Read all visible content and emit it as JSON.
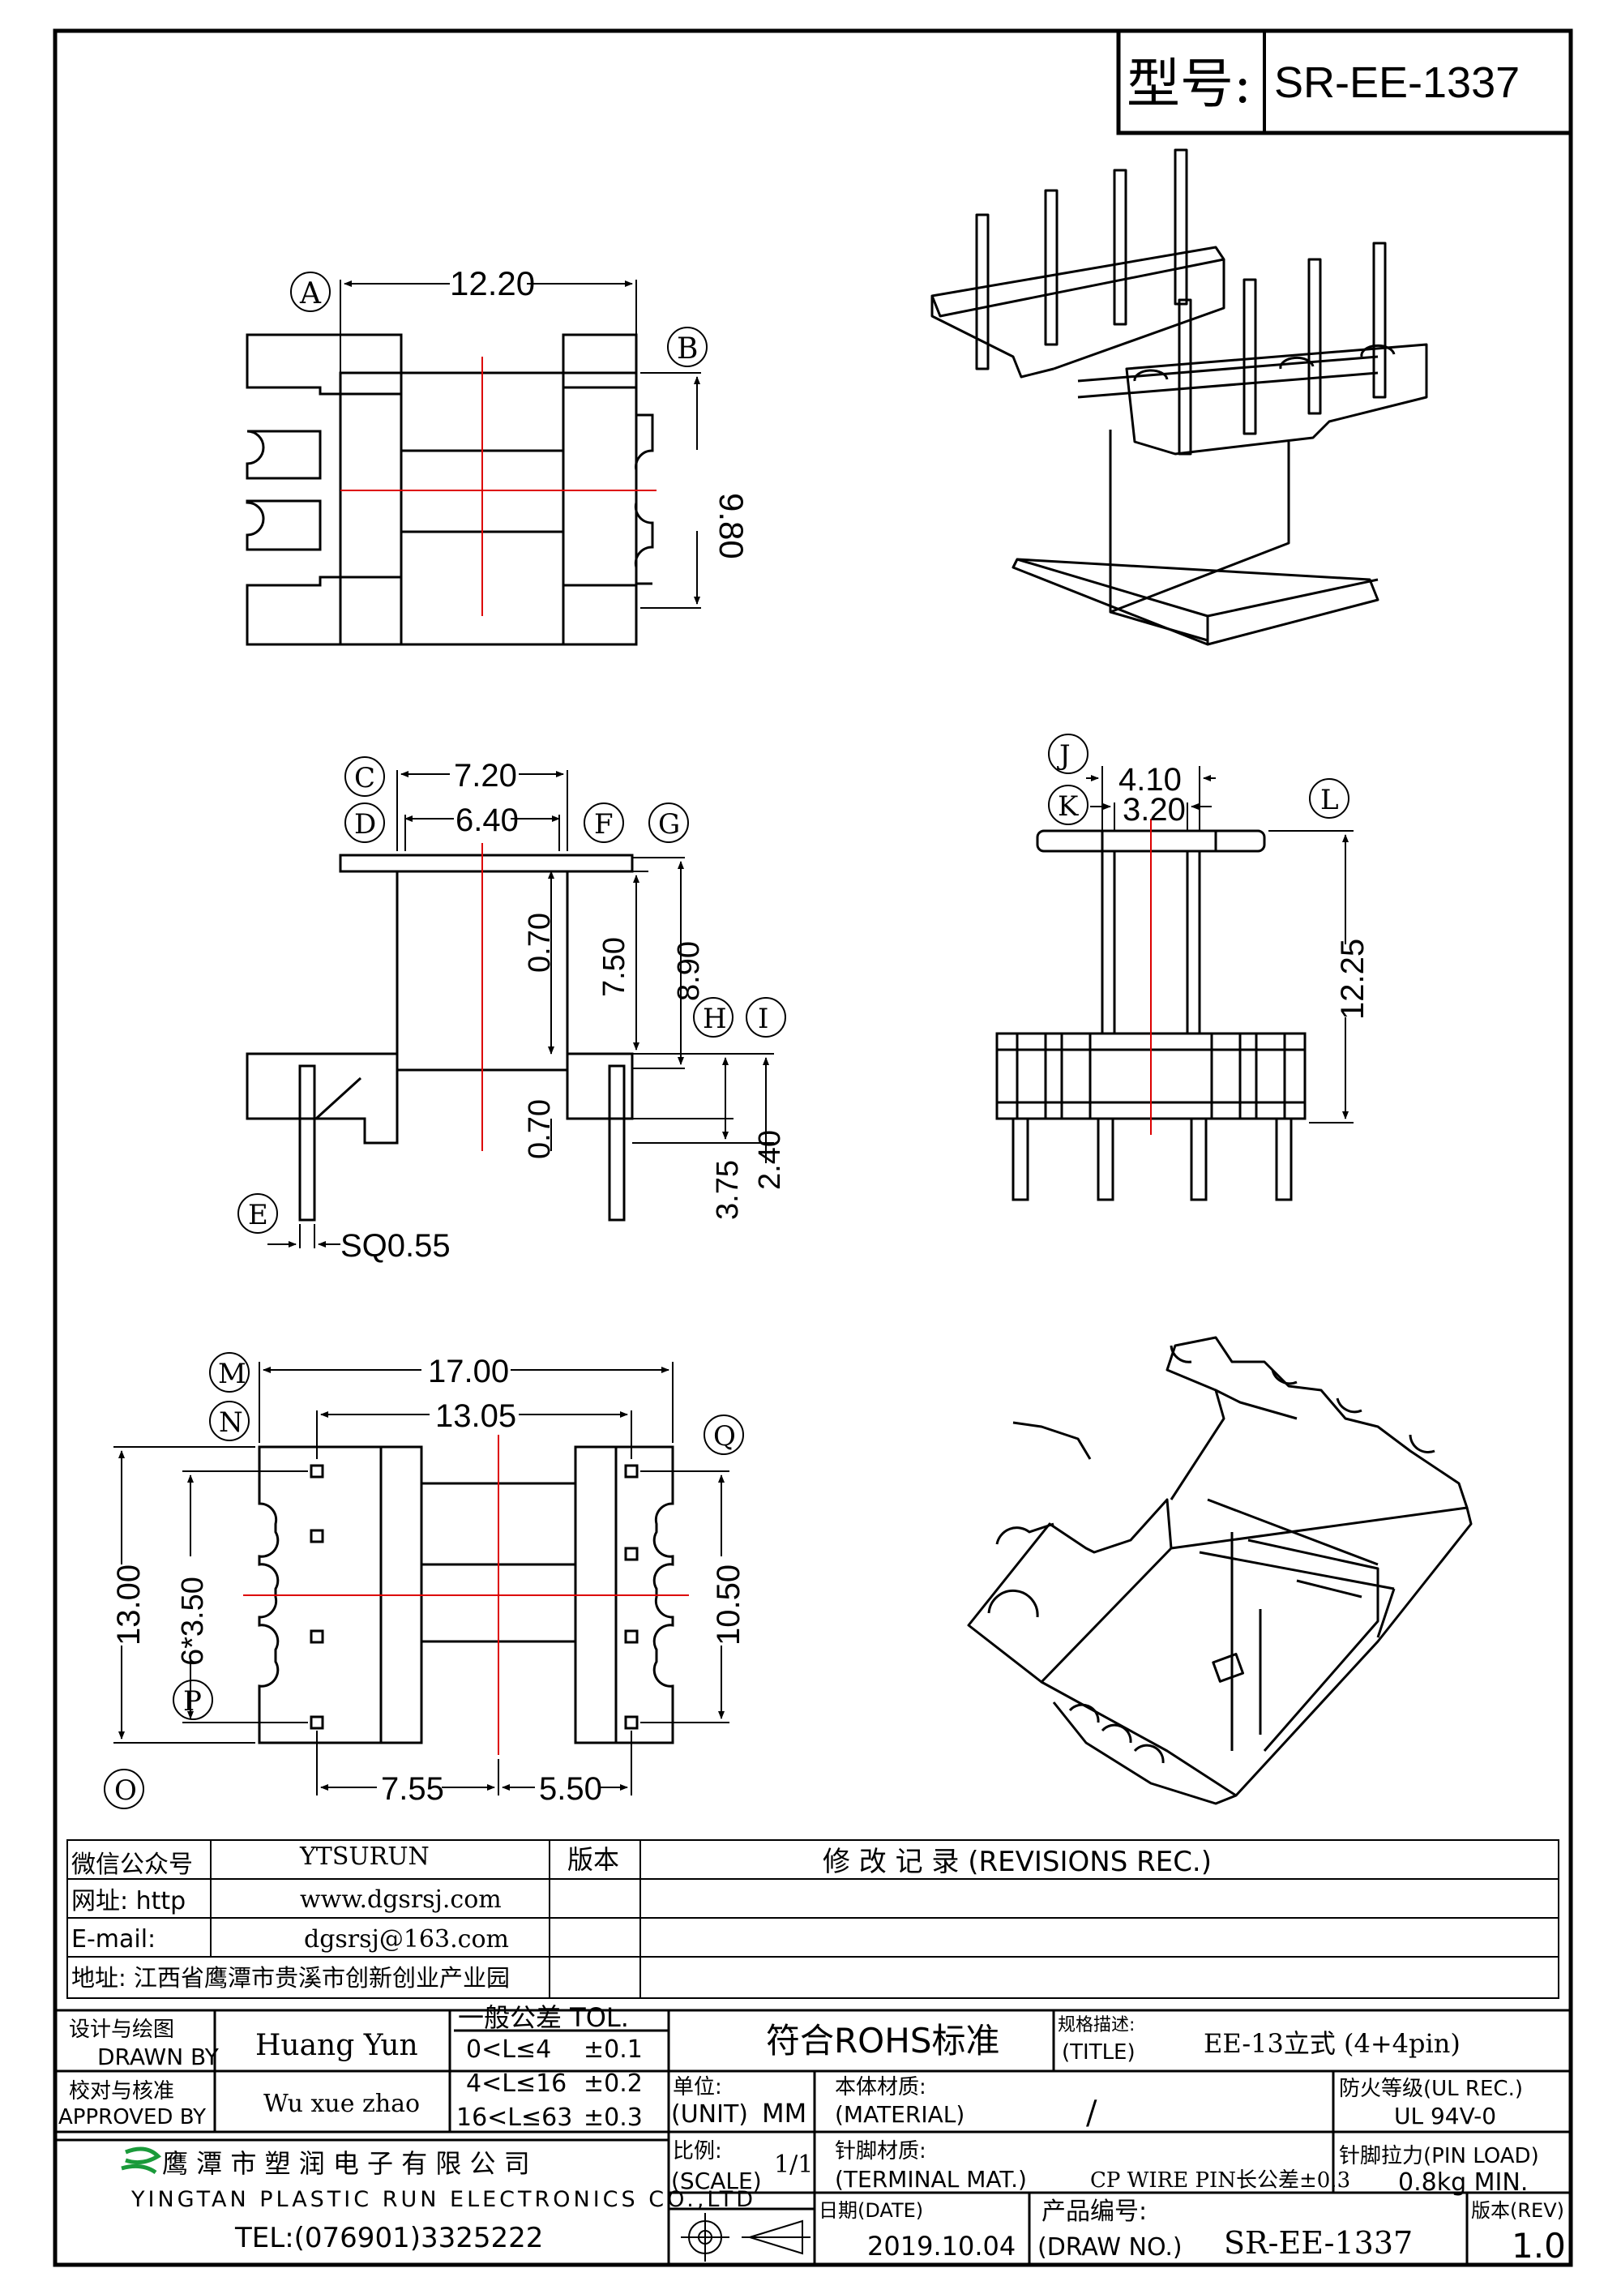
{
  "header": {
    "model_label": "型号:",
    "model_value": "SR-EE-1337"
  },
  "top_view": {
    "dim_width": "12.20",
    "dim_height": "9.80",
    "callout_a": "A",
    "callout_b": "B"
  },
  "front_view": {
    "dim_c": "7.20",
    "dim_d": "6.40",
    "dim_flange_top": "0.70",
    "dim_inner": "7.50",
    "dim_total": "8.90",
    "dim_flange_bottom": "0.70",
    "dim_pin_3_75": "3.75",
    "dim_pin_2_40": "2.40",
    "pin_size": "SQ0.55",
    "callout_c": "C",
    "callout_d": "D",
    "callout_e": "E",
    "callout_f": "F",
    "callout_g": "G",
    "callout_h": "H",
    "callout_i": "I"
  },
  "side_view": {
    "dim_4_10": "4.10",
    "dim_3_20": "3.20",
    "dim_height": "12.25",
    "callout_j": "J",
    "callout_k": "K",
    "callout_l": "L"
  },
  "bottom_view": {
    "dim_17_00": "17.00",
    "dim_13_05": "13.05",
    "dim_13_00": "13.00",
    "dim_pitch": "6*3.50",
    "dim_10_50": "10.50",
    "dim_7_55": "7.55",
    "dim_5_50": "5.50",
    "callout_m": "M",
    "callout_n": "N",
    "callout_o": "O",
    "callout_p": "P",
    "callout_q": "Q"
  },
  "revision_table": {
    "wechat_label": "微信公众号",
    "wechat_value": "YTSURUN",
    "version_label": "版本",
    "revisions_title": "修 改 记 录  (REVISIONS REC.)",
    "website_label": "网址: http",
    "website_value": "www.dgsrsj.com",
    "email_label": "E-mail:",
    "email_value": "dgsrsj@163.com",
    "address": "地址: 江西省鹰潭市贵溪市创新创业产业园"
  },
  "title_block": {
    "drawn_label_cn": "设计与绘图",
    "drawn_label_en": "DRAWN BY",
    "drawn_value": "Huang Yun",
    "approved_label_cn": "校对与核准",
    "approved_label_en": "APPROVED BY",
    "approved_value": "Wu xue zhao",
    "tol_title": "一般公差 TOL.",
    "tol_rows": [
      {
        "range": "0<L≤4",
        "value": "±0.1"
      },
      {
        "range": "4<L≤16",
        "value": "±0.2"
      },
      {
        "range": "16<L≤63",
        "value": "±0.3"
      }
    ],
    "rohs": "符合ROHS标准",
    "title_label_cn": "规格描述:",
    "title_label_en": "(TITLE)",
    "title_value": "EE-13立式 (4+4pin)",
    "unit_label_cn": "单位:",
    "unit_label_en": "(UNIT)",
    "unit_value": "MM",
    "material_label_cn": "本体材质:",
    "material_label_en": "(MATERIAL)",
    "material_value": "/",
    "ul_label": "防火等级(UL REC.)",
    "ul_value": "UL 94V-0",
    "scale_label_cn": "比例:",
    "scale_label_en": "(SCALE)",
    "scale_value": "1/1",
    "terminal_label_cn": "针脚材质:",
    "terminal_label_en": "(TERMINAL MAT.)",
    "terminal_value": "CP WIRE  PIN长公差±0.3",
    "pin_load_label": "针脚拉力(PIN LOAD)",
    "pin_load_value": "0.8kg MIN.",
    "company_cn": "鹰 潭 市 塑 润 电 子 有 限 公 司",
    "company_en": "YINGTAN PLASTIC RUN ELECTRONICS CO.,LTD",
    "tel": "TEL:(076901)3325222",
    "date_label": "日期(DATE)",
    "date_value": "2019.10.04",
    "drawno_label_cn": "产品编号:",
    "drawno_label_en": "(DRAW NO.)",
    "drawno_value": "SR-EE-1337",
    "rev_label": "版本(REV)",
    "rev_value": "1.0"
  }
}
